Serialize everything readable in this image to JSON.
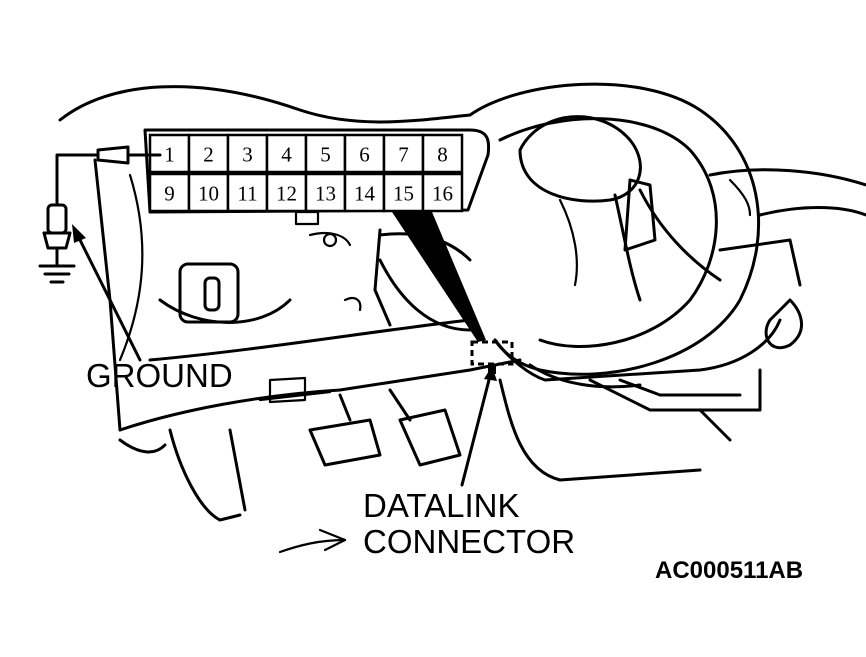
{
  "connector": {
    "pins_top": [
      "1",
      "2",
      "3",
      "4",
      "5",
      "6",
      "7",
      "8"
    ],
    "pins_bottom": [
      "9",
      "10",
      "11",
      "12",
      "13",
      "14",
      "15",
      "16"
    ]
  },
  "labels": {
    "ground": "GROUND",
    "datalink_line1": "DATALINK",
    "datalink_line2": "CONNECTOR"
  },
  "figure_id": "AC000511AB"
}
